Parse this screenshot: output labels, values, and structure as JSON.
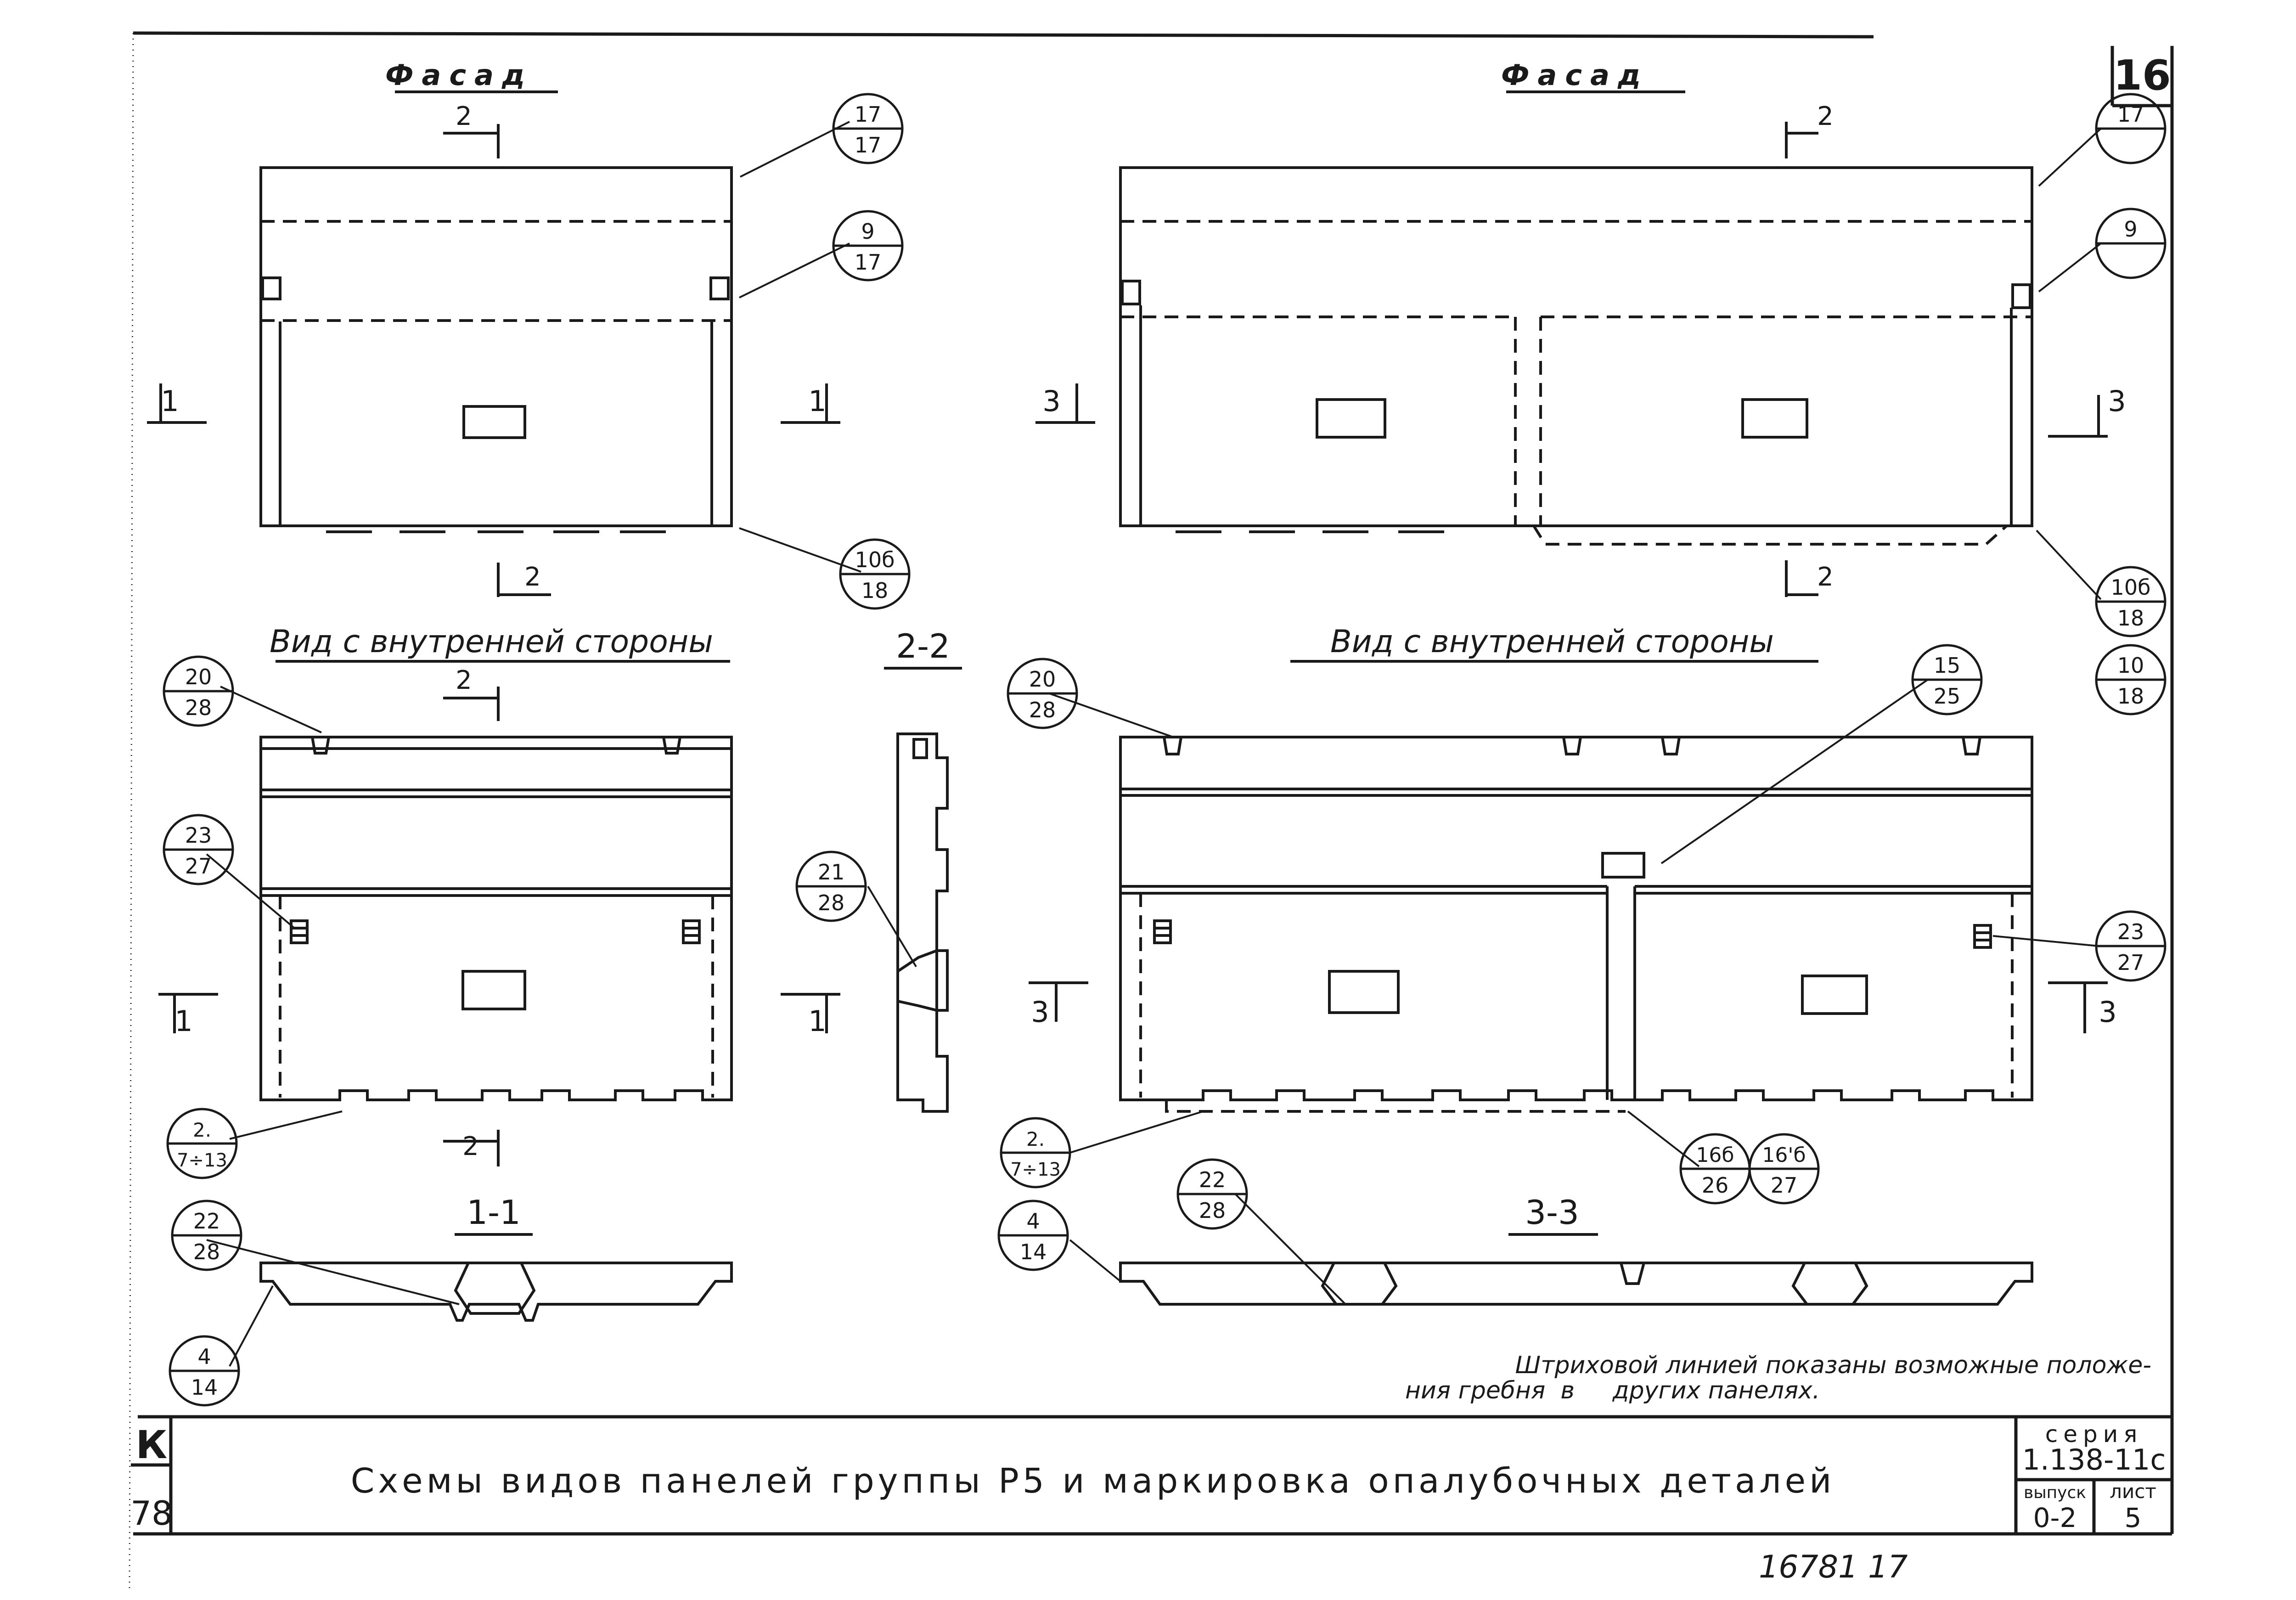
{
  "sheet": {
    "number": "16",
    "title": "Схемы видов панелей группы Р5 и маркировка опалубочных деталей",
    "note_line1": "Штриховой линией показаны возможные положе-",
    "note_line2": "ния гребня  в     других панелях.",
    "left_code_top": "К",
    "left_code_bottom": "78",
    "bottom_handwriting": "16781  17",
    "series_label": "серия",
    "series_value": "1.138-11с",
    "issue_label": "выпуск",
    "issue_value": "0-2",
    "sheet_label": "лист",
    "sheet_value": "5"
  },
  "views": {
    "facade_left": "Фасад",
    "facade_right": "Фасад",
    "inner_left": "Вид с внутренней стороны",
    "inner_right": "Вид с внутренней стороны",
    "section_2_2": "2-2",
    "section_1_1": "1-1",
    "section_3_3": "3-3"
  },
  "section_marks": {
    "m1": "1",
    "m2": "2",
    "m3": "3"
  },
  "callouts": [
    {
      "top": "17",
      "bottom": "17"
    },
    {
      "top": "9",
      "bottom": "17"
    },
    {
      "top": "10б",
      "bottom": "18"
    },
    {
      "top": "17",
      "bottom": ""
    },
    {
      "top": "9",
      "bottom": ""
    },
    {
      "top": "10б",
      "bottom": "18"
    },
    {
      "top": "10",
      "bottom": "18"
    },
    {
      "top": "20",
      "bottom": "28"
    },
    {
      "top": "23",
      "bottom": "27"
    },
    {
      "top": "2.",
      "bottom": "7÷13"
    },
    {
      "top": "21",
      "bottom": "28"
    },
    {
      "top": "20",
      "bottom": "28"
    },
    {
      "top": "15",
      "bottom": "25"
    },
    {
      "top": "23",
      "bottom": "27"
    },
    {
      "top": "2.",
      "bottom": "7÷13"
    },
    {
      "top": "16б",
      "bottom": "26"
    },
    {
      "top": "16'б",
      "bottom": "27"
    },
    {
      "top": "22",
      "bottom": "28"
    },
    {
      "top": "4",
      "bottom": "14"
    },
    {
      "top": "22",
      "bottom": "28"
    },
    {
      "top": "4",
      "bottom": "14"
    }
  ]
}
